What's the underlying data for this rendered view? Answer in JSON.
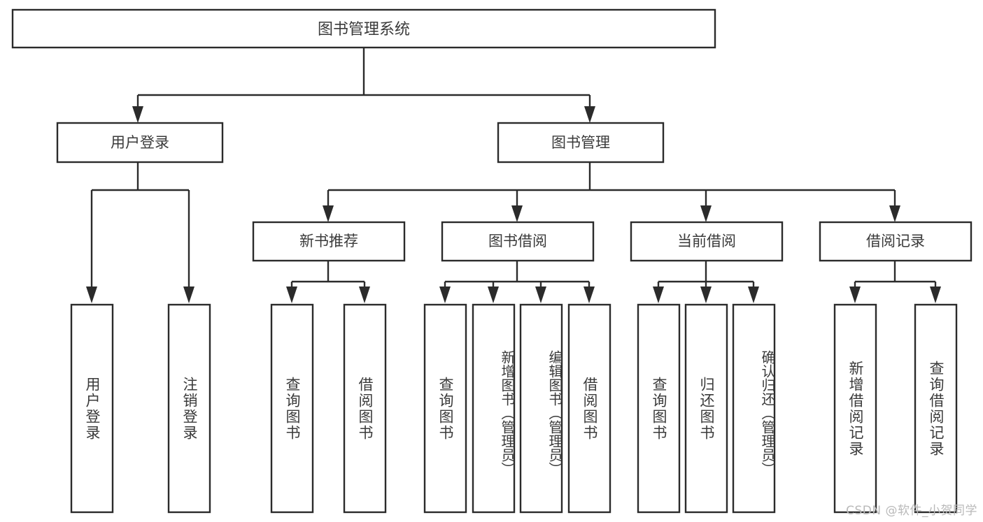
{
  "diagram": {
    "title": "图书管理系统",
    "type": "tree",
    "orientation": "top-down",
    "colors": {
      "box_stroke": "#2b2b2b",
      "box_fill": "#ffffff",
      "text": "#3a3a3a",
      "background": "#ffffff",
      "watermark": "#b9b9b9"
    },
    "root": {
      "label": "图书管理系统"
    },
    "level1": [
      {
        "label": "用户登录"
      },
      {
        "label": "图书管理"
      }
    ],
    "level2": [
      {
        "label": "新书推荐",
        "parent": "图书管理"
      },
      {
        "label": "图书借阅",
        "parent": "图书管理"
      },
      {
        "label": "当前借阅",
        "parent": "图书管理"
      },
      {
        "label": "借阅记录",
        "parent": "图书管理"
      }
    ],
    "leaves": [
      {
        "label": "用户登录",
        "parent": "用户登录"
      },
      {
        "label": "注销登录",
        "parent": "用户登录"
      },
      {
        "label": "查询图书",
        "parent": "新书推荐"
      },
      {
        "label": "借阅图书",
        "parent": "新书推荐"
      },
      {
        "label": "查询图书",
        "parent": "图书借阅"
      },
      {
        "label": "新增图书（管理员）",
        "parent": "图书借阅"
      },
      {
        "label": "编辑图书（管理员）",
        "parent": "图书借阅"
      },
      {
        "label": "借阅图书",
        "parent": "图书借阅"
      },
      {
        "label": "查询图书",
        "parent": "当前借阅"
      },
      {
        "label": "归还图书",
        "parent": "当前借阅"
      },
      {
        "label": "确认归还（管理员）",
        "parent": "当前借阅"
      },
      {
        "label": "新增借阅记录",
        "parent": "借阅记录"
      },
      {
        "label": "查询借阅记录",
        "parent": "借阅记录"
      }
    ],
    "watermark": "CSDN @软件_小贺同学"
  }
}
